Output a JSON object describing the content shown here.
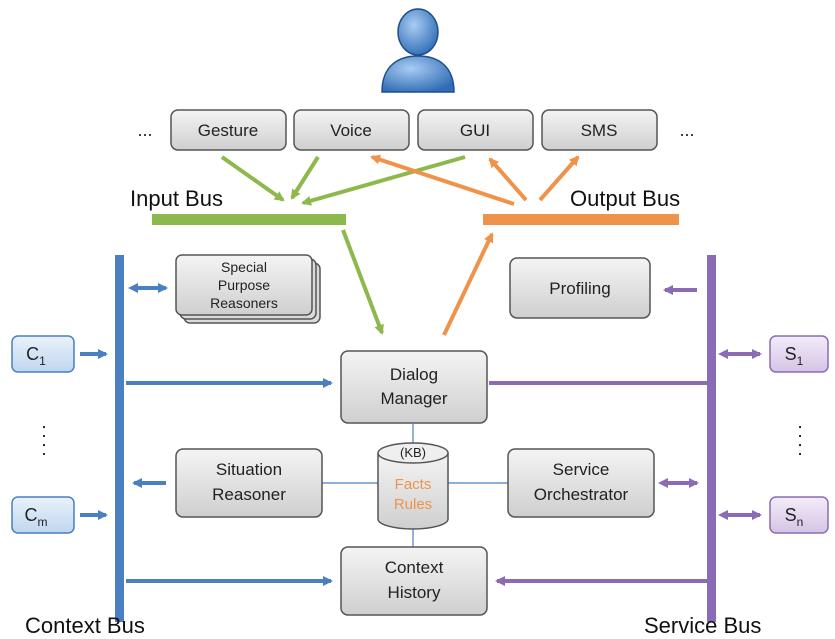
{
  "colors": {
    "green": "#8DB84B",
    "orange": "#F0934A",
    "blue": "#4A7FC1",
    "purple": "#8B6BB5",
    "box_fill": "#E4E4E4",
    "box_stroke": "#555555",
    "context_box_fill": "#D6E6F7",
    "service_box_fill": "#E6DAF0"
  },
  "icons": {
    "user": "user-icon"
  },
  "modalities": {
    "left_ellipsis": "...",
    "right_ellipsis": "...",
    "items": [
      "Gesture",
      "Voice",
      "GUI",
      "SMS"
    ]
  },
  "buses": {
    "input": "Input Bus",
    "output": "Output Bus",
    "context": "Context Bus",
    "service": "Service Bus"
  },
  "components": {
    "special_reasoners": [
      "Special",
      "Purpose",
      "Reasoners"
    ],
    "profiling": "Profiling",
    "dialog_manager": [
      "Dialog",
      "Manager"
    ],
    "situation_reasoner": [
      "Situation",
      "Reasoner"
    ],
    "service_orchestrator": [
      "Service",
      "Orchestrator"
    ],
    "context_history": [
      "Context",
      "History"
    ],
    "kb": {
      "label": "(KB)",
      "facts": "Facts",
      "rules": "Rules"
    }
  },
  "context_sources": {
    "first": "C",
    "first_sub": "1",
    "ellipsis": ":",
    "last": "C",
    "last_sub": "m"
  },
  "service_sources": {
    "first": "S",
    "first_sub": "1",
    "ellipsis": ":",
    "last": "S",
    "last_sub": "n"
  }
}
